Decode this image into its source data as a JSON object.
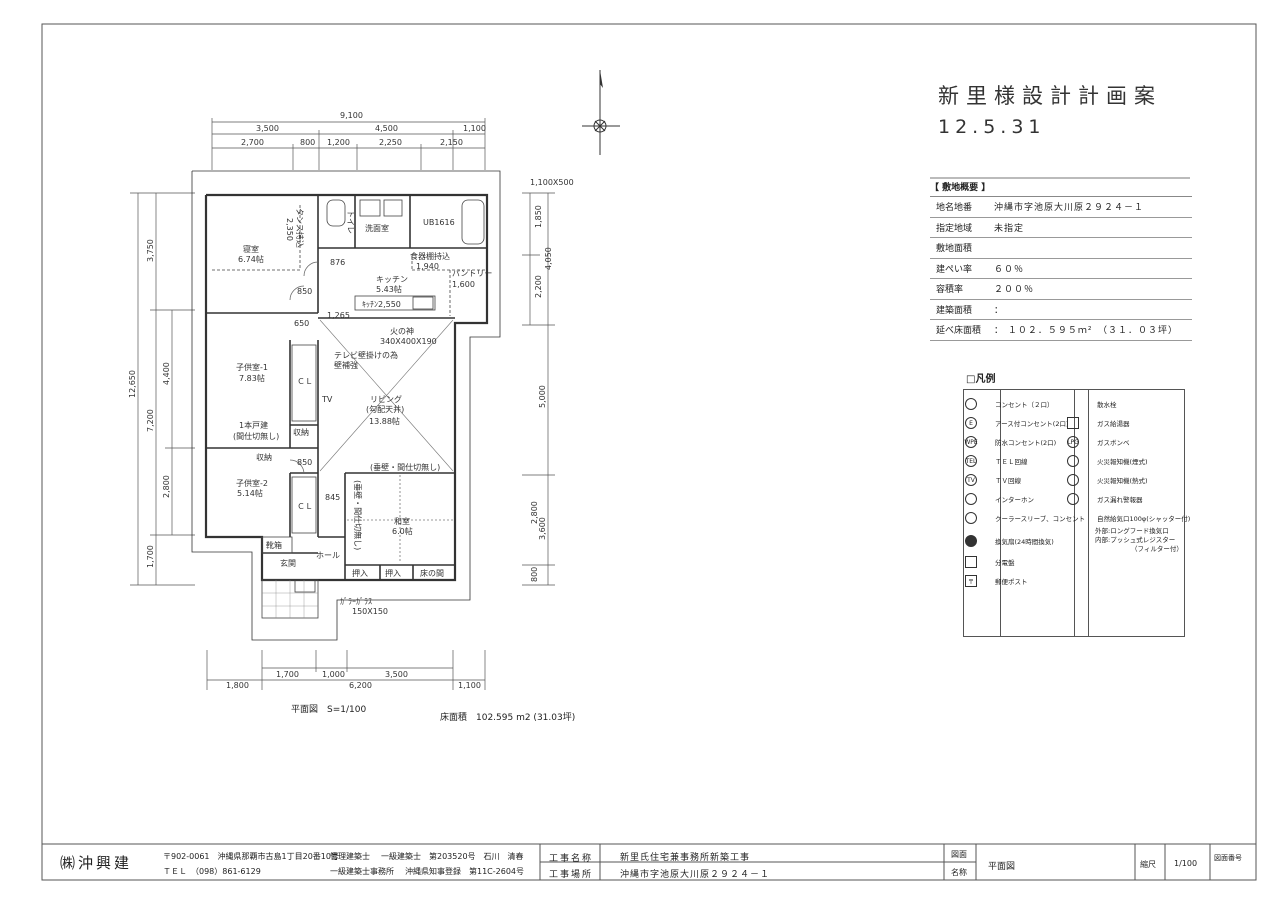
{
  "title": {
    "project_name": "新里様設計計画案",
    "date": "12.5.31"
  },
  "site_overview": {
    "heading": "【 敷地概要 】",
    "rows": [
      {
        "key": "地名地番",
        "value": "沖縄市字池原大川原２９２４－１"
      },
      {
        "key": "指定地域",
        "value": "未指定"
      },
      {
        "key": "敷地面積",
        "value": ""
      },
      {
        "key": "建ぺい率",
        "value": "６０％"
      },
      {
        "key": "容積率",
        "value": "２００％"
      },
      {
        "key": "建築面積",
        "value": "："
      },
      {
        "key": "延べ床面積",
        "value": "： １０２．５９５ｍ²　（３１．０３坪）"
      }
    ]
  },
  "legend": {
    "title": "□凡例",
    "left": [
      {
        "sym": "",
        "label": "コンセント（２口）"
      },
      {
        "sym": "E",
        "label": "アース付コンセント(2口)"
      },
      {
        "sym": "WPE",
        "label": "防水コンセント(2口)"
      },
      {
        "sym": "TEL",
        "label": "ＴＥＬ回線"
      },
      {
        "sym": "TV",
        "label": "ＴＶ回線"
      },
      {
        "sym": "",
        "label": "インターホン"
      },
      {
        "sym": "",
        "label": "クーラースリーブ、コンセント"
      },
      {
        "sym": "",
        "label": "換気扇(24時間換気)"
      },
      {
        "sym": "",
        "label": "分電盤"
      },
      {
        "sym": "〒",
        "label": "郵便ポスト"
      }
    ],
    "right": [
      {
        "sym": "",
        "label": "散水栓"
      },
      {
        "sym": "",
        "label": "ガス給湯器"
      },
      {
        "sym": "LPG",
        "label": "ガスボンベ"
      },
      {
        "sym": "",
        "label": "火災報知機(煙式)"
      },
      {
        "sym": "",
        "label": "火災報知機(熱式)"
      },
      {
        "sym": "",
        "label": "ガス漏れ警報器"
      },
      {
        "sym": "",
        "label": "自然給気口100φ(シャッター付)"
      },
      {
        "sym": "",
        "label": "外部:ロングフード換気口"
      },
      {
        "sym": "",
        "label": "内部:プッシュ式レジスター"
      },
      {
        "sym": "",
        "label": "（フィルター付）"
      }
    ]
  },
  "plan": {
    "dims_top_row1": "9,100",
    "dims_top_row2": [
      "3,500",
      "4,500",
      "1,100"
    ],
    "dims_top_row3": [
      "2,700",
      "800",
      "1,200",
      "2,250",
      "2,150"
    ],
    "dims_bottom_row1": [
      "1,700",
      "1,000",
      "3,500"
    ],
    "dims_bottom_row2": [
      "1,800",
      "6,200",
      "1,100"
    ],
    "dims_left_outer": "12,650",
    "dims_left_mid": [
      "3,750",
      "7,200",
      "1,700"
    ],
    "dims_left_inner": [
      "4,400",
      "2,800"
    ],
    "dims_right": [
      "1,850",
      "4,050",
      "2,200",
      "5,000",
      "2,800",
      "3,600",
      "800"
    ],
    "window_note": "1,100X500",
    "rooms": {
      "bedroom_name": "寝室",
      "bedroom_area": "6.74帖",
      "closet_storage": "タンス持込",
      "closet_dim": "2,350",
      "toilet": "トイレ",
      "washroom": "洗面室",
      "bath": "UB1616",
      "kitchen_name": "キッチン",
      "kitchen_area": "5.43帖",
      "cupboard_note": "食器棚持込",
      "cupboard_dim": "1,940",
      "pantry_name": "パントリー",
      "pantry_dim": "1,600",
      "sink": "ｷｯﾁﾝ2,550",
      "hinokami_name": "火の神",
      "hinokami_dim": "340X400X190",
      "tv_note1": "テレビ壁掛けの為",
      "tv_note2": "壁補強",
      "living_name": "リビング",
      "living_sub": "(勾配天井)",
      "living_area": "13.88帖",
      "child1_name": "子供室-1",
      "child1_area": "7.83帖",
      "child1_note1": "1本戸建",
      "child1_note2": "(間仕切無し)",
      "cl1": "ＣＬ",
      "storage1": "収納",
      "storage2": "収納",
      "child2_name": "子供室-2",
      "child2_area": "5.14帖",
      "cl2": "ＣＬ",
      "japanese_note": "(垂壁・間仕切無し)",
      "japanese_name": "和室",
      "japanese_area": "6.0帖",
      "japanese_side": "(垂壁・間仕切無し)",
      "oshiire1": "押入",
      "oshiire2": "押入",
      "tokonoma": "床の間",
      "hall": "ホール",
      "shoes": "靴箱",
      "entrance": "玄関",
      "glass_note": "ｶﾞﾗｰｶﾞﾗｽ",
      "glass_dim": "150X150",
      "tv_mark": "TV",
      "d876": "876",
      "d850a": "850",
      "d650": "650",
      "d1265": "1,265",
      "d850b": "850",
      "d845": "845"
    },
    "scale_caption": "平面図　S=1/100",
    "area_caption": "床面積　102.595 m2 (31.03坪)"
  },
  "title_block": {
    "company": "㈱沖興建",
    "address": "〒902-0061　沖縄県那覇市古島1丁目20番10号",
    "tel": "ＴＥＬ　（098）861-6129",
    "architect_label1": "管理建築士",
    "architect_label2": "一級建築士　第203520号　石川　清春",
    "office_label": "一級建築士事務所",
    "office_reg": "沖縄県知事登録　第11C-2604号",
    "work_name_label": "工事名称",
    "work_name": "新里氏住宅兼事務所新築工事",
    "work_place_label": "工事場所",
    "work_place": "沖縄市字池原大川原２９２４－１",
    "drawing_label1": "図面",
    "drawing_label2": "名称",
    "drawing_name": "平面図",
    "scale_label": "縮尺",
    "scale": "1/100",
    "drawing_no_label": "図面番号"
  },
  "colors": {
    "line": "#3a3a3a",
    "light": "#8a8a8a",
    "border": "#555555"
  }
}
